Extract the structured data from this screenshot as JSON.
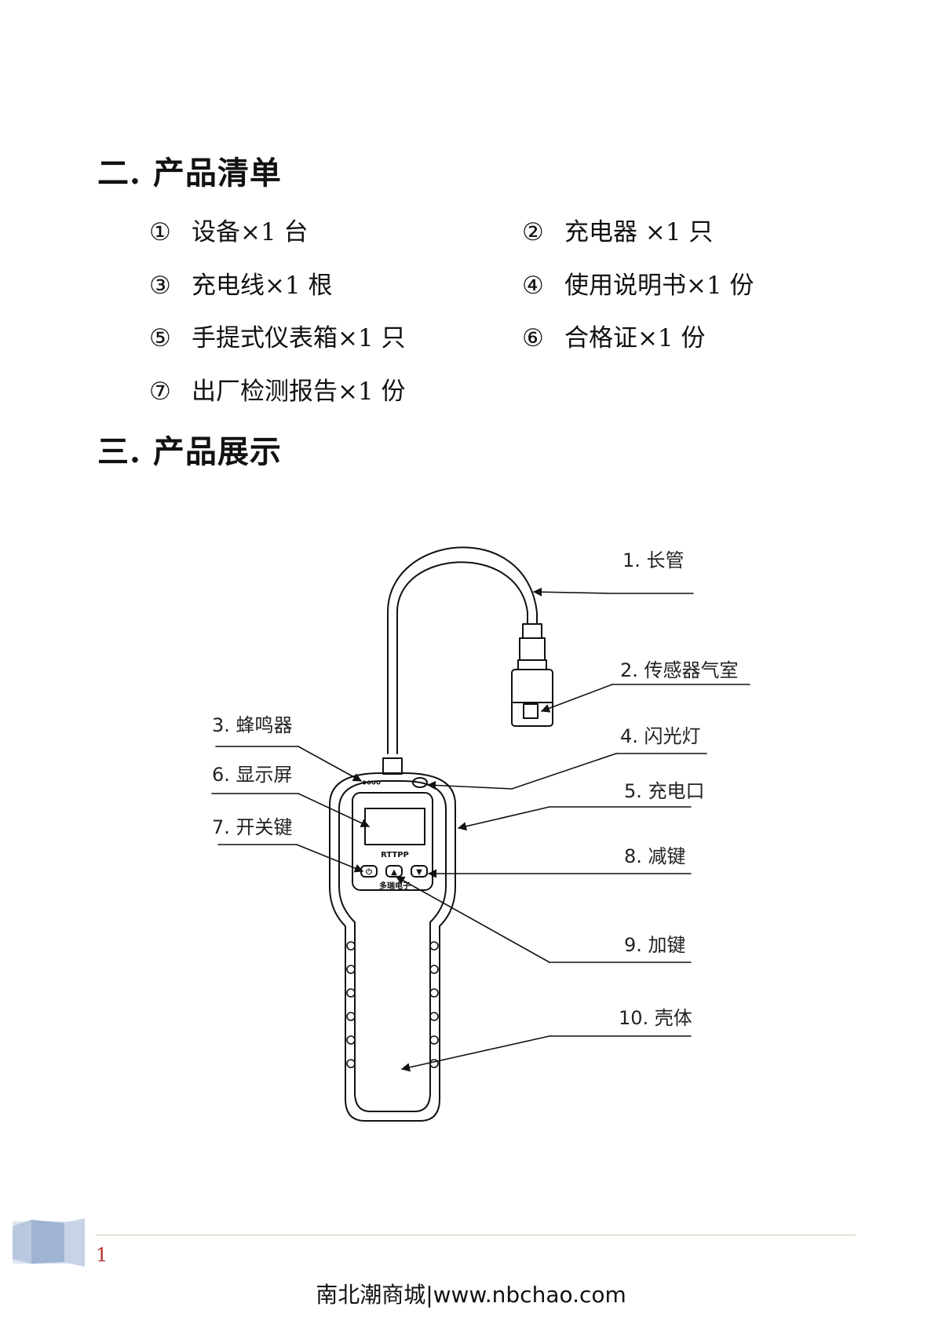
{
  "section2": {
    "title": "二. 产品清单",
    "items": [
      {
        "num": "①",
        "text": "设备×1 台"
      },
      {
        "num": "②",
        "text": "充电器  ×1 只"
      },
      {
        "num": "③",
        "text": "充电线×1 根"
      },
      {
        "num": "④",
        "text": "使用说明书×1 份"
      },
      {
        "num": "⑤",
        "text": "手提式仪表箱×1 只"
      },
      {
        "num": "⑥",
        "text": "合格证×1 份"
      },
      {
        "num": "⑦",
        "text": "出厂检测报告×1 份"
      }
    ]
  },
  "section3": {
    "title": "三. 产品展示",
    "device": {
      "model": "RTTPP",
      "brand": "多瑞电子"
    },
    "callouts": [
      "1. 长管",
      "2. 传感器气室",
      "3. 蜂鸣器",
      "4. 闪光灯",
      "5. 充电口",
      "6. 显示屏",
      "7. 开关键",
      "8. 减键",
      "9. 加键",
      "10. 壳体"
    ]
  },
  "footer": {
    "page_number": "1",
    "watermark": "南北潮商城|www.nbchao.com"
  }
}
